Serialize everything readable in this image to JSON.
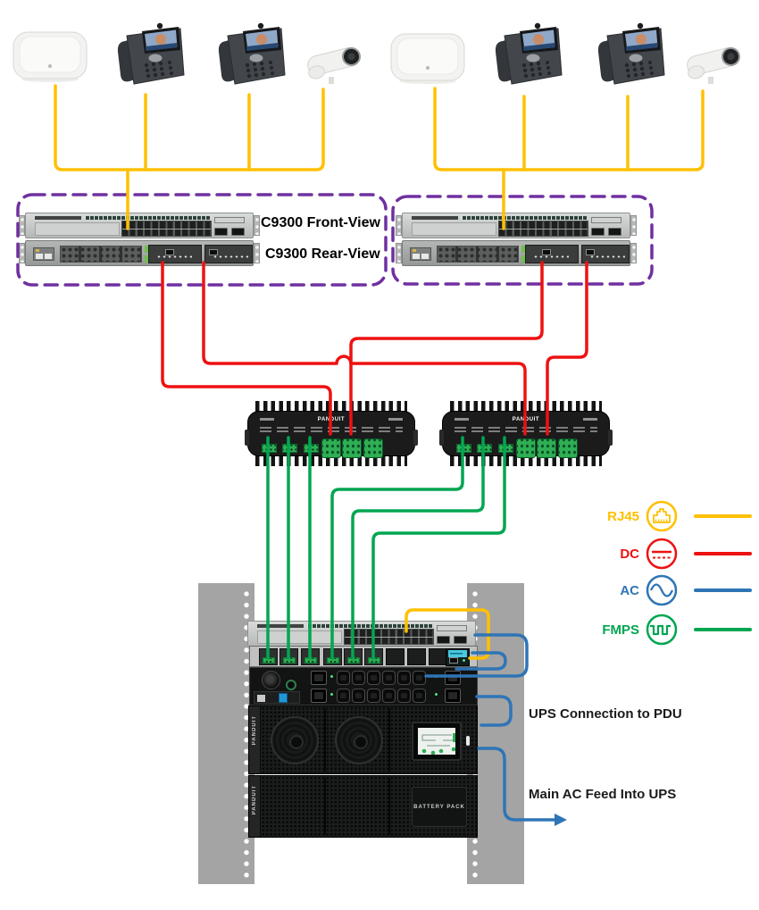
{
  "colors": {
    "rj45": "#FFC000",
    "dc": "#EE1111",
    "ac": "#2E75B6",
    "fmps": "#00A651",
    "purple": "#7030A0"
  },
  "annotations": {
    "front_view": "C9300 Front-View",
    "rear_view": "C9300 Rear-View",
    "ups_to_pdu": "UPS Connection to PDU",
    "main_ac_feed": "Main AC Feed Into UPS"
  },
  "legend": {
    "items": [
      {
        "id": "rj45",
        "label": "RJ45"
      },
      {
        "id": "dc",
        "label": "DC"
      },
      {
        "id": "ac",
        "label": "AC"
      },
      {
        "id": "fmps",
        "label": "FMPS"
      }
    ]
  },
  "devices": {
    "panduit_logo": "PANDUIT",
    "battery_pack_label": "BATTERY PACK"
  }
}
